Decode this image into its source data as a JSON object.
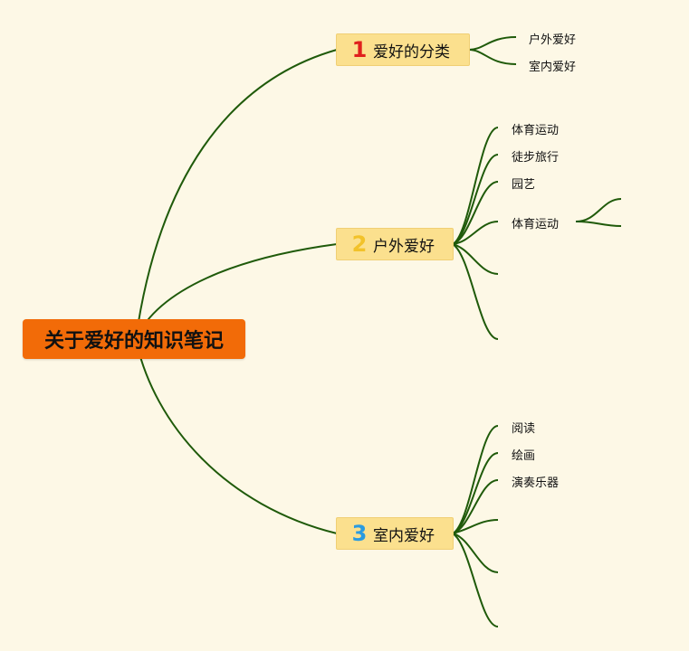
{
  "root": {
    "title": "关于爱好的知识笔记"
  },
  "colors": {
    "background": "#fdf8e6",
    "root_fill": "#f26b08",
    "branch_fill": "#fbe08e",
    "connector": "#1f5a0a",
    "num1": "#e0201c",
    "num2": "#f2c22a",
    "num3": "#2a9be0"
  },
  "branches": [
    {
      "number": "1",
      "label": "爱好的分类",
      "children": [
        "户外爱好",
        "室内爱好"
      ]
    },
    {
      "number": "2",
      "label": "户外爱好",
      "children": [
        "体育运动",
        "徒步旅行",
        "园艺",
        "体育运动",
        "",
        ""
      ]
    },
    {
      "number": "3",
      "label": "室内爱好",
      "children": [
        "阅读",
        "绘画",
        "演奏乐器",
        "",
        "",
        ""
      ]
    }
  ]
}
